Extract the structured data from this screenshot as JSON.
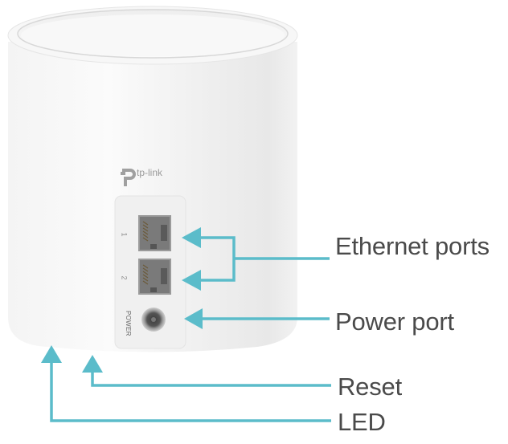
{
  "device": {
    "brand": "tp-link",
    "port_labels": [
      "1",
      "2"
    ],
    "power_label": "POWER"
  },
  "callouts": [
    {
      "id": "ethernet",
      "label": "Ethernet ports"
    },
    {
      "id": "power",
      "label": "Power port"
    },
    {
      "id": "reset",
      "label": "Reset"
    },
    {
      "id": "led",
      "label": "LED"
    }
  ],
  "colors": {
    "arrow": "#5bbcca",
    "label_text": "#4a4a4a",
    "device_body": "#f2f2f2"
  }
}
